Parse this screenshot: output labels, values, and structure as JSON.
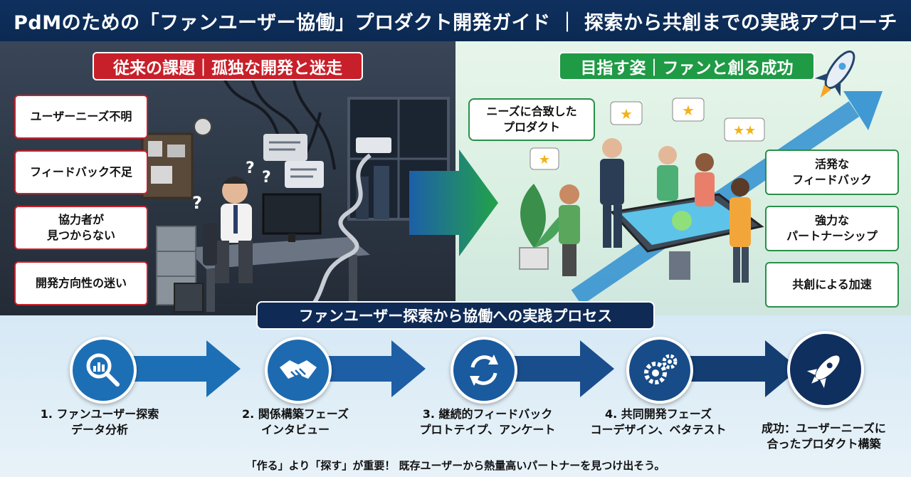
{
  "header": {
    "title": "PdMのための「ファンユーザー協働」プロダクト開発ガイド ｜ 探索から共創までの実践アプローチ"
  },
  "left": {
    "title": "従来の課題｜孤独な開発と迷走",
    "issues": [
      {
        "text": "ユーザーニーズ不明"
      },
      {
        "text": "フィードバック不足"
      },
      {
        "line1": "協力者が",
        "line2": "見つからない"
      },
      {
        "text": "開発方向性の迷い"
      }
    ]
  },
  "right": {
    "title": "目指す姿｜ファンと創る成功",
    "needs_box": {
      "line1": "ニーズに合致した",
      "line2": "プロダクト"
    },
    "goals": [
      {
        "line1": "活発な",
        "line2": "フィードバック"
      },
      {
        "line1": "強力な",
        "line2": "パートナーシップ"
      },
      {
        "text": "共創による加速"
      }
    ]
  },
  "process": {
    "title": "ファンユーザー探索から協働への実践プロセス",
    "steps": [
      {
        "line1": "1. ファンユーザー探索",
        "line2": "データ分析",
        "icon": "magnifier-chart-icon"
      },
      {
        "line1": "2. 関係構築フェーズ",
        "line2": "インタビュー",
        "icon": "handshake-icon"
      },
      {
        "line1": "3. 継続的フィードバック",
        "line2": "プロトテイプ、アンケート",
        "icon": "cycle-arrows-icon"
      },
      {
        "line1": "4. 共同開発フェーズ",
        "line2": "コーデザイン、ベタテスト",
        "icon": "gears-icon"
      },
      {
        "line1": "成功：ユーザーニーズに",
        "line2": "合ったプロダクト構築",
        "icon": "rocket-icon"
      }
    ],
    "footer": "「作る」より「探す」が重要！ 既存ユーザーから熱量高いパートナーを見つけ出そう。"
  },
  "colors": {
    "header_bg": "#0f2f5e",
    "issue_red": "#c8202a",
    "goal_green": "#1f9a45",
    "process_navy": "#0e2a55",
    "step_blue": "#1d63a8"
  }
}
